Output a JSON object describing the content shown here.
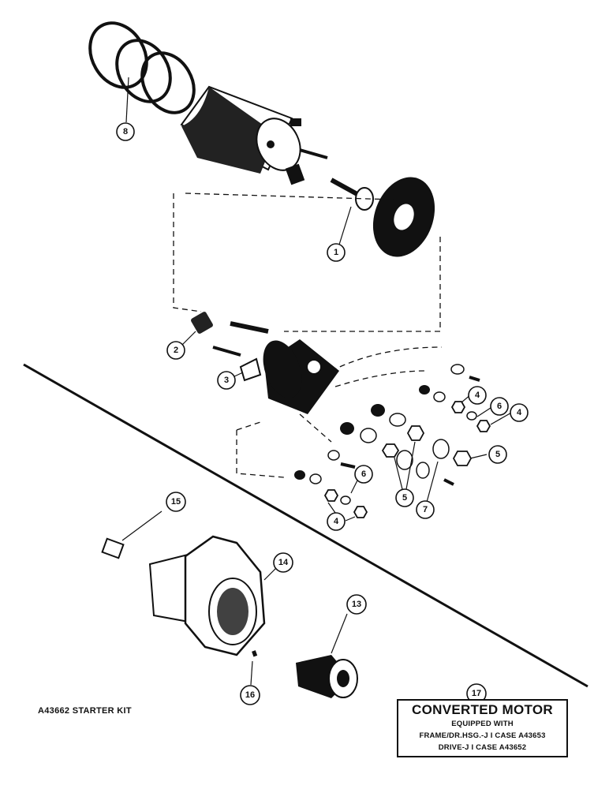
{
  "callouts": {
    "c1": "1",
    "c2": "2",
    "c3": "3",
    "c4a": "4",
    "c4b": "4",
    "c4c": "4",
    "c5a": "5",
    "c5b": "5",
    "c6a": "6",
    "c6b": "6",
    "c7": "7",
    "c8": "8",
    "c13": "13",
    "c14": "14",
    "c15": "15",
    "c16": "16",
    "c17": "17"
  },
  "kit_label": "A43662 STARTER KIT",
  "note": {
    "title": "CONVERTED MOTOR",
    "line1": "EQUIPPED WITH",
    "line2": "FRAME/DR.HSG.-J I CASE A43653",
    "line3": "DRIVE-J I CASE A43652"
  },
  "icons": [
    "snap-rings",
    "solenoid",
    "plunger",
    "gasket-plate",
    "spring",
    "bolt",
    "terminal-housing",
    "washers",
    "nuts",
    "bushing",
    "drive-housing",
    "drive-pinion",
    "pin"
  ]
}
